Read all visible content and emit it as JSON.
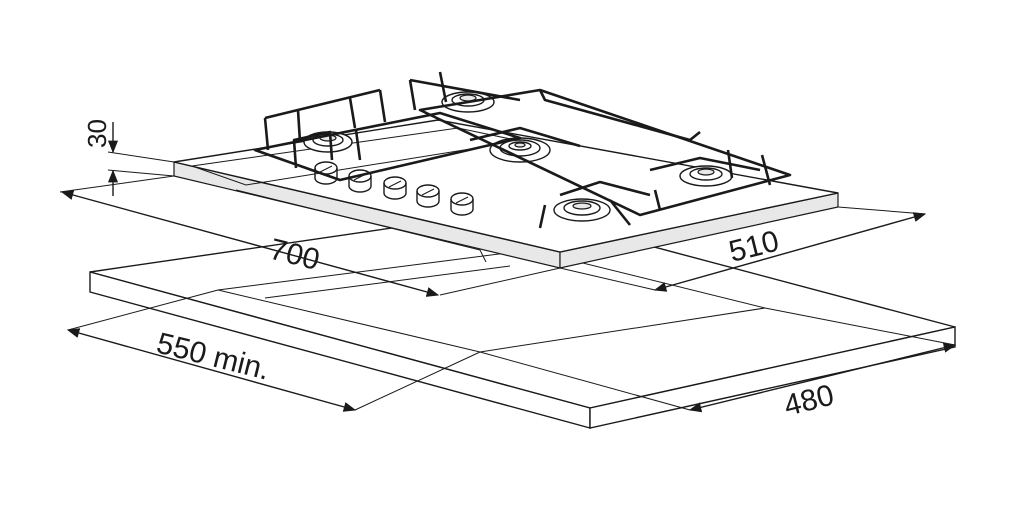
{
  "dimensions": {
    "hob_height": "30",
    "hob_width": "700",
    "hob_depth": "510",
    "cutout_width": "550 min.",
    "cutout_depth": "480"
  },
  "colors": {
    "line": "#1a1a1a",
    "background": "#ffffff"
  }
}
